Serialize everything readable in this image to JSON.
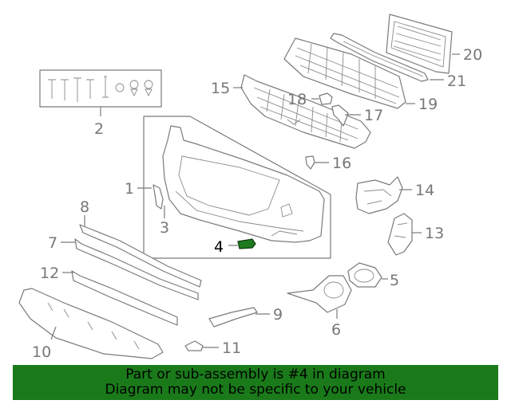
{
  "highlight_color": "#1a7a1a",
  "callouts": [
    {
      "id": "1",
      "text": "1"
    },
    {
      "id": "2",
      "text": "2"
    },
    {
      "id": "3",
      "text": "3"
    },
    {
      "id": "4",
      "text": "4"
    },
    {
      "id": "5",
      "text": "5"
    },
    {
      "id": "6",
      "text": "6"
    },
    {
      "id": "7",
      "text": "7"
    },
    {
      "id": "8",
      "text": "8"
    },
    {
      "id": "9",
      "text": "9"
    },
    {
      "id": "10",
      "text": "10"
    },
    {
      "id": "11",
      "text": "11"
    },
    {
      "id": "12",
      "text": "12"
    },
    {
      "id": "13",
      "text": "13"
    },
    {
      "id": "14",
      "text": "14"
    },
    {
      "id": "15",
      "text": "15"
    },
    {
      "id": "16",
      "text": "16"
    },
    {
      "id": "17",
      "text": "17"
    },
    {
      "id": "18",
      "text": "18"
    },
    {
      "id": "19",
      "text": "19"
    },
    {
      "id": "20",
      "text": "20"
    },
    {
      "id": "21",
      "text": "21"
    }
  ],
  "banner": {
    "line1": "Part or sub-assembly is #4 in diagram",
    "line2": "Diagram may not be specific to your vehicle"
  }
}
